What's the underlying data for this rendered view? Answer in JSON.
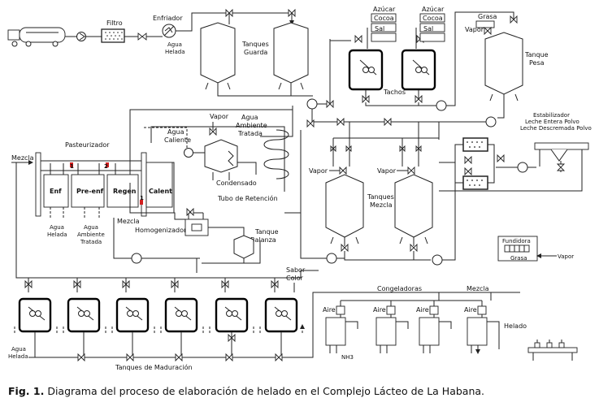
{
  "caption": {
    "label": "Fig. 1.",
    "text": "Diagrama del proceso de elaboración de helado en el Complejo Lácteo de La Habana."
  },
  "labels": {
    "filtro": "Filtro",
    "enfriador": "Enfriador",
    "agua_helada_top": [
      "Agua",
      "Helada"
    ],
    "tanques_guarda": [
      "Tanques",
      "Guarda"
    ],
    "azucar1": "Azúcar",
    "cocoa1": "Cocoa",
    "sal1": "Sal",
    "azucar2": "Azúcar",
    "cocoa2": "Cocoa",
    "sal2": "Sal",
    "tachos": "Tachos",
    "grasa_top": "Grasa",
    "vapor_top": "Vapor",
    "tanque_pesa": [
      "Tanque",
      "Pesa"
    ],
    "estabilizador": [
      "Estabilizador",
      "Leche Entera Polvo",
      "Leche Descremada Polvo"
    ],
    "vapor_past": "Vapor",
    "agua_ambiente_tratada_past": [
      "Agua",
      "Ambiente",
      "Tratada"
    ],
    "agua_caliente": [
      "Agua",
      "Caliente"
    ],
    "condensado": "Condensado",
    "tubo_retencion": "Tubo de Retención",
    "mezcla_left": "Mezcla",
    "pasteurizador": "Pasteurizador",
    "sections": [
      "Enf",
      "Pre-enf",
      "Regen",
      "Calent"
    ],
    "section_numbers": [
      "1",
      "2",
      "1"
    ],
    "agua_helada_past": [
      "Agua",
      "Helada"
    ],
    "agua_ambiente_tratada_bottom": [
      "Agua",
      "Ambiente",
      "Tratada"
    ],
    "mezcla_homog": "Mezcla",
    "homogenizador": "Homogenizador",
    "tanque_balanza": [
      "Tanque",
      "Balanza"
    ],
    "vapor_mezcla1": "Vapor",
    "vapor_mezcla2": "Vapor",
    "tanques_mezcla": [
      "Tanques",
      "Mezcla"
    ],
    "fundidora": [
      "Fundidora",
      "Grasa"
    ],
    "vapor_fundidora": "Vapor",
    "sabor_color": [
      "Sabor",
      "Color"
    ],
    "congeladoras": "Congeladoras",
    "mezcla_cong": "Mezcla",
    "aire": "Aire",
    "helado": "Helado",
    "nh3": "NH3",
    "agua_helada_bottom": [
      "Agua",
      "Helada"
    ],
    "tanques_maduracion": "Tanques de Maduración"
  }
}
